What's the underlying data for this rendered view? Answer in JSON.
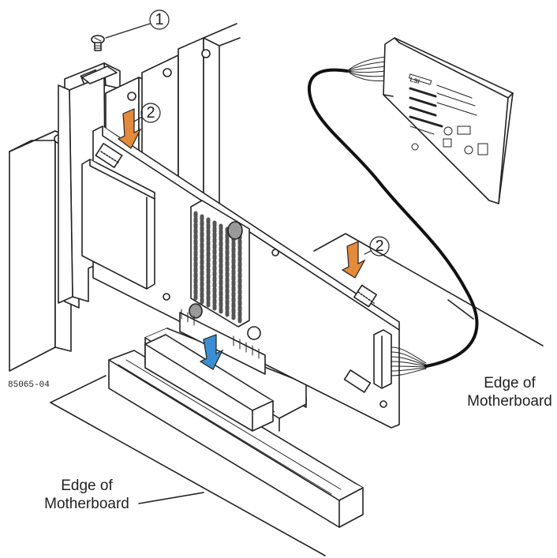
{
  "figure_id": "85065-04",
  "callouts": {
    "screw": "1",
    "card_top_arrow": "2",
    "card_right_arrow": "2"
  },
  "labels": {
    "edge_right_line1": "Edge of",
    "edge_right_line2": "Motherboard",
    "edge_bottom_line1": "Edge of",
    "edge_bottom_line2": "Motherboard"
  },
  "battery_module": {
    "brand": "LSI"
  },
  "colors": {
    "line": "#222222",
    "arrow_orange": "#e38a3b",
    "arrow_blue": "#3b8ed1",
    "heatsink": "#555555",
    "background": "#ffffff"
  },
  "icons": {
    "screw": "screw-icon",
    "arrow_orange": "down-arrow-icon",
    "arrow_blue": "down-arrow-icon"
  }
}
